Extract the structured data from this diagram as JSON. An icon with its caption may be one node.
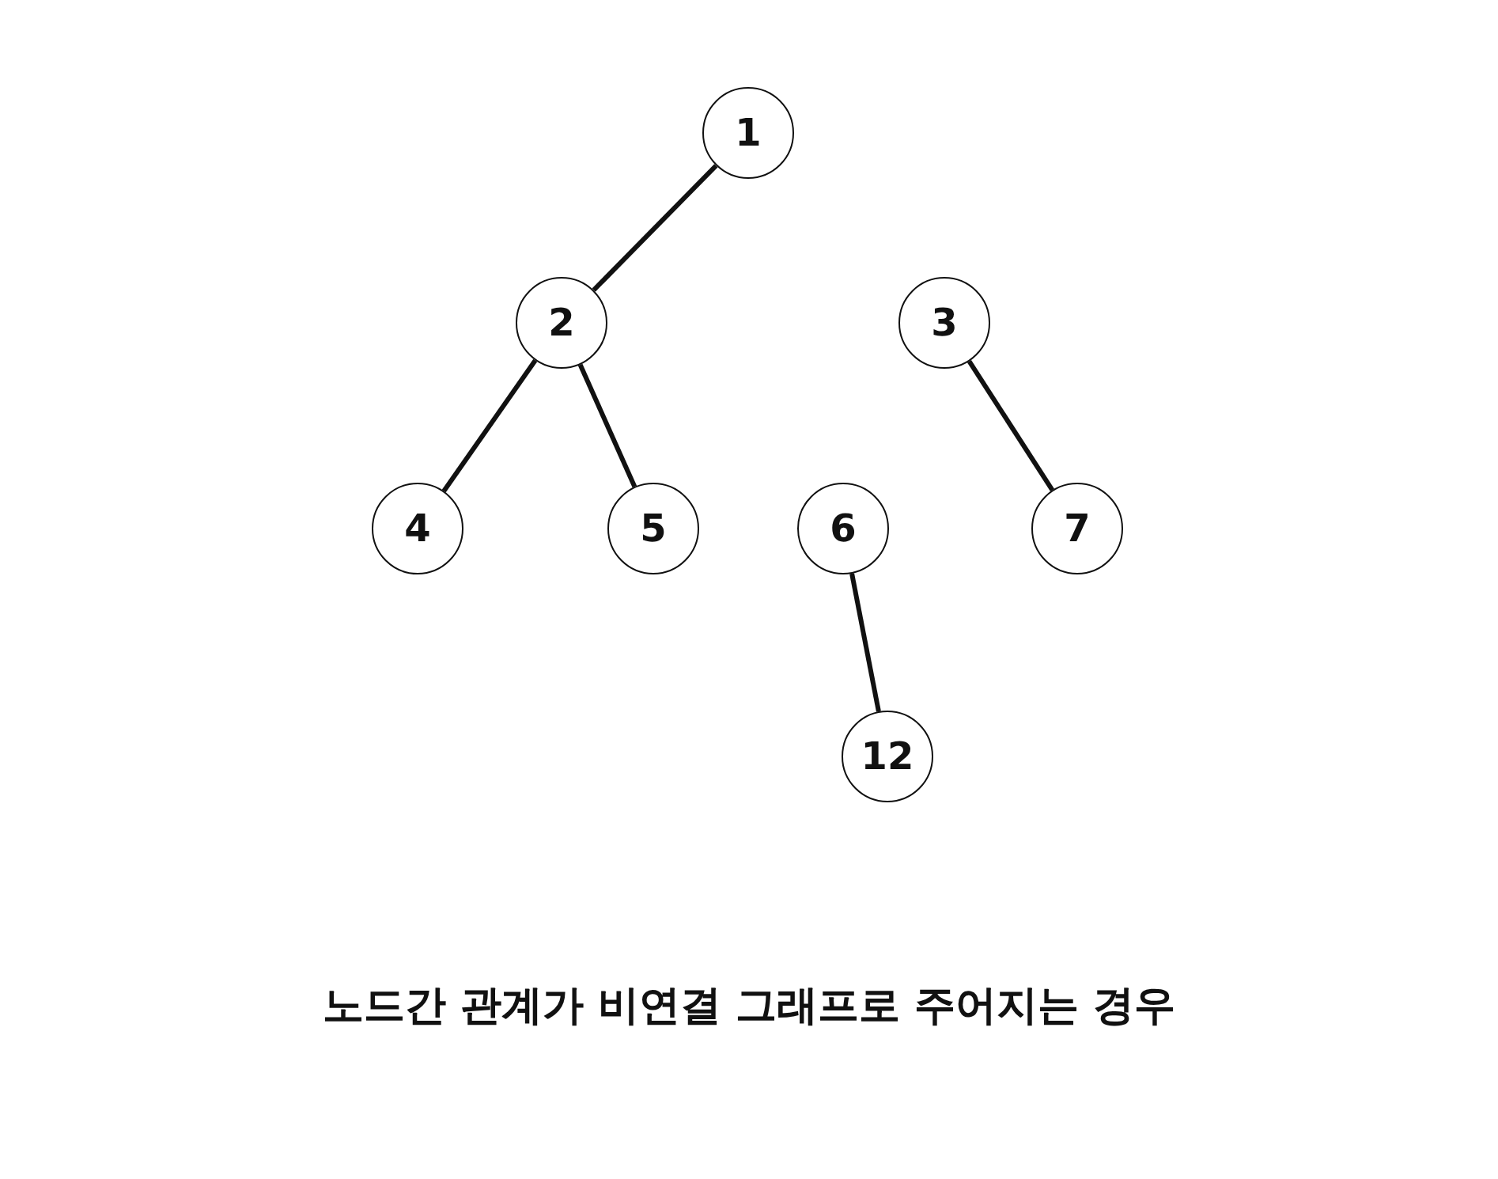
{
  "diagram": {
    "caption": "노드간 관계가 비연결 그래프로 주어지는 경우",
    "nodes": [
      {
        "text": [
          "1"
        ]
      },
      {
        "text": [
          "2"
        ]
      },
      {
        "text": [
          "3"
        ]
      },
      {
        "text": [
          "4"
        ]
      },
      {
        "text": [
          "5"
        ]
      },
      {
        "text": [
          "6"
        ]
      },
      {
        "text": [
          "7"
        ]
      },
      {
        "text": [
          "12"
        ]
      }
    ],
    "edges": [
      {
        "from": 0,
        "to": 1,
        "arrow": "none"
      },
      {
        "from": 1,
        "to": 3,
        "arrow": "none"
      },
      {
        "from": 1,
        "to": 4,
        "arrow": "none"
      },
      {
        "from": 2,
        "to": 6,
        "arrow": "none"
      },
      {
        "from": 5,
        "to": 7,
        "arrow": "none"
      }
    ]
  }
}
